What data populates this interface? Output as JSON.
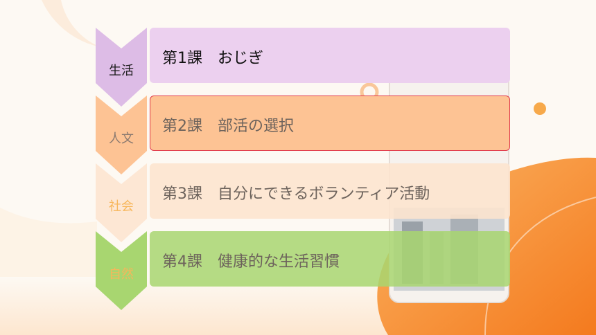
{
  "lessons": [
    {
      "tag": "生活",
      "title": "第1課　おじぎ"
    },
    {
      "tag": "人文",
      "title": "第2課　部活の選択"
    },
    {
      "tag": "社会",
      "title": "第3課　自分にできるボランティア活動"
    },
    {
      "tag": "自然",
      "title": "第4課　健康的な生活習慣"
    }
  ],
  "colors": {
    "lesson1": "#ecd0ef",
    "lesson2": "#fdc394",
    "lesson3": "#fde7d4",
    "lesson4": "#b6dd86",
    "accent_orange": "#f7952f",
    "selected_border": "#e0394a"
  }
}
